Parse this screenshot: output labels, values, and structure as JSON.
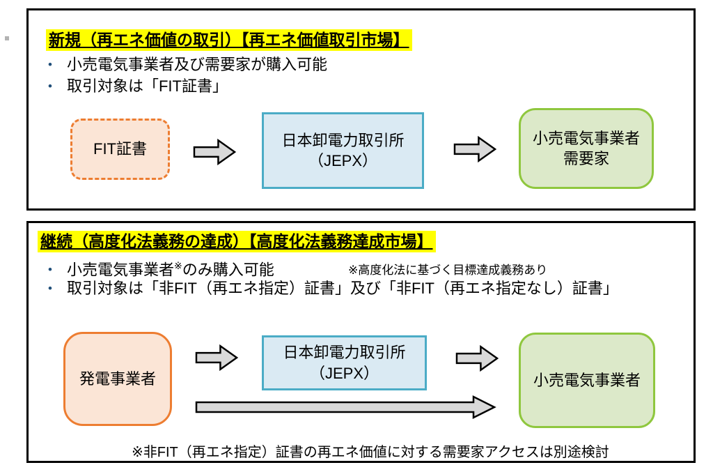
{
  "glyphs": {
    "bullet": "•"
  },
  "icons": {
    "flow_arrow": "block-arrow-right-icon",
    "bypass_arrow": "long-block-arrow-right-icon"
  },
  "colors": {
    "highlight": "#FFFF00",
    "panel_border": "#000000",
    "orange_border": "#ED7D31",
    "orange_fill": "#FBE5D6",
    "blue_border": "#4BACC6",
    "blue_fill": "#DAEAF3",
    "green_border": "#8FC73E",
    "green_fill": "#DCE9C9",
    "arrow_fill": "#D9D9D9",
    "arrow_stroke": "#000000",
    "bullet_dot": "#1F4E79"
  },
  "top_panel": {
    "title": "新規（再エネ価値の取引）【再エネ価値取引市場】",
    "bullets": [
      "小売電気事業者及び需要家が購入可能",
      "取引対象は「FIT証書」"
    ],
    "fit_box_label": "FIT証書",
    "jepx_line1": "日本卸電力取引所",
    "jepx_line2": "（JEPX）",
    "buyer_line1": "小売電気事業者",
    "buyer_line2": "需要家"
  },
  "bottom_panel": {
    "title": "継続（高度化法義務の達成）【高度化法義務達成市場】",
    "bullet1_main": "小売電気事業者",
    "bullet1_marker": "※",
    "bullet1_tail": "のみ購入可能",
    "bullet1_note": "※高度化法に基づく目標達成義務あり",
    "bullet2": "取引対象は「非FIT（再エネ指定）証書」及び「非FIT（再エネ指定なし）証書」",
    "generator_box_label": "発電事業者",
    "jepx_line1": "日本卸電力取引所",
    "jepx_line2": "（JEPX）",
    "buyer_label": "小売電気事業者",
    "footnote": "※非FIT（再エネ指定）証書の再エネ価値に対する需要家アクセスは別途検討"
  }
}
